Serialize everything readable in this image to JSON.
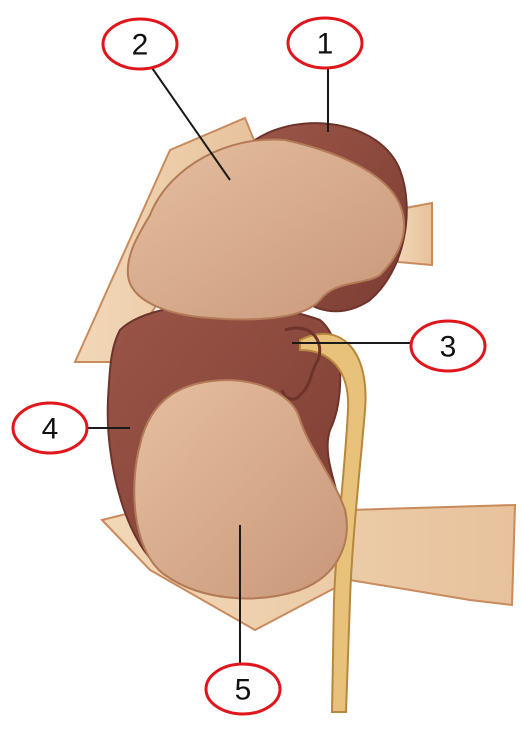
{
  "figure": {
    "labels": [
      {
        "id": "1",
        "text": "1"
      },
      {
        "id": "2",
        "text": "2"
      },
      {
        "id": "3",
        "text": "3"
      },
      {
        "id": "4",
        "text": "4"
      },
      {
        "id": "5",
        "text": "5"
      }
    ]
  },
  "colors": {
    "background": "#ffffff",
    "callout_circle": "#e0161c",
    "leader_line": "#1a1a1a",
    "kidney_dark": "#8e4a3e",
    "kidney_mid": "#a86456",
    "tissue_light": "#eed2b2",
    "tissue_mid": "#ddb48d",
    "tissue_outline": "#c98a5c",
    "ureter": "#e8c27a"
  }
}
